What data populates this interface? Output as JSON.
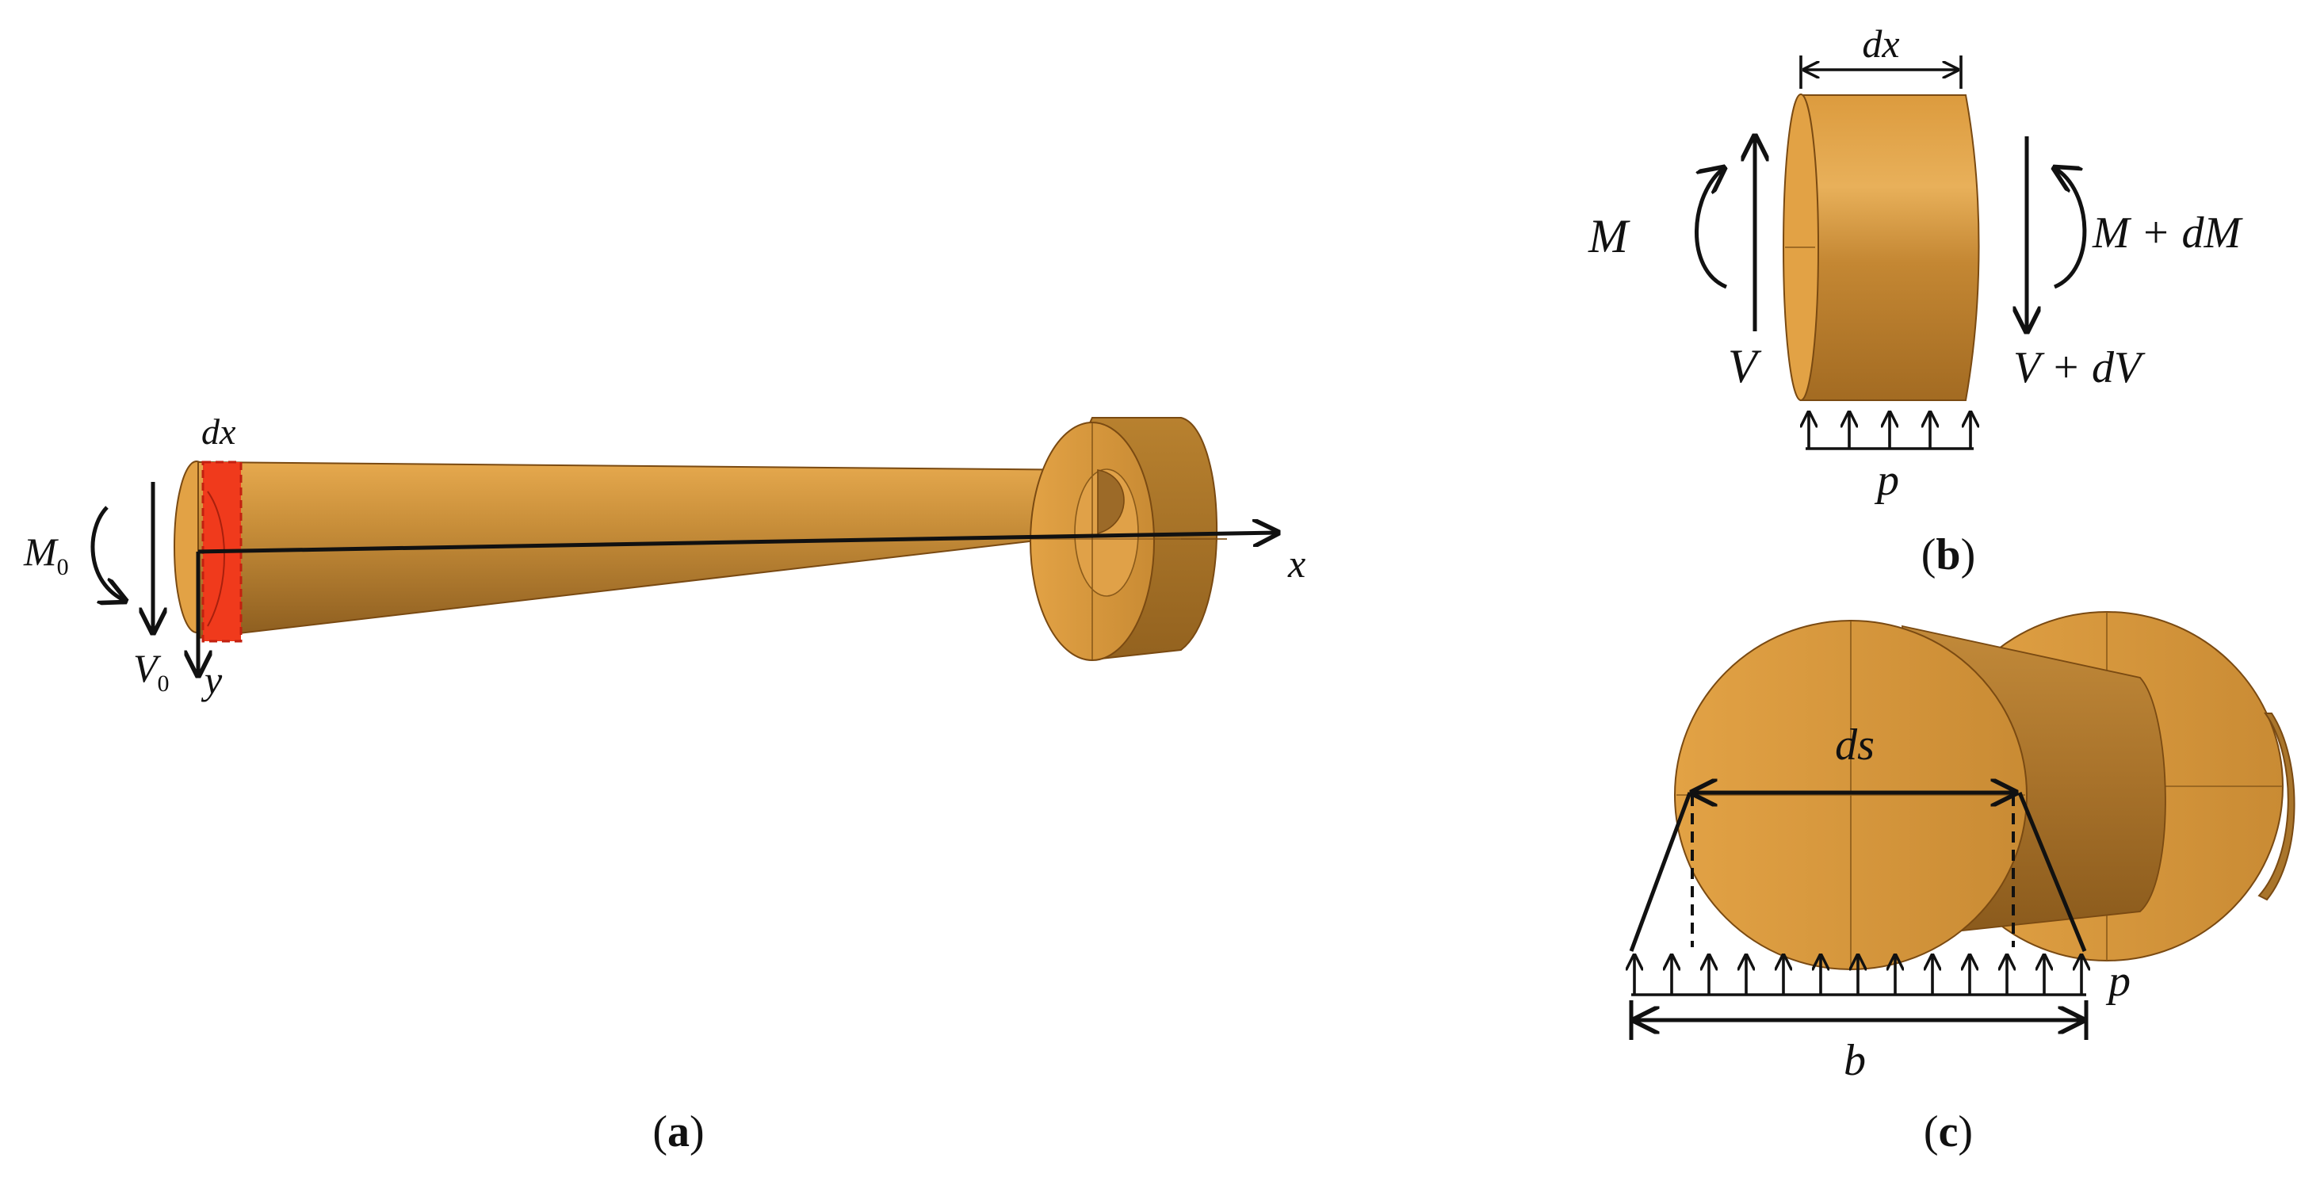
{
  "panel_a": {
    "label_open": "(",
    "label_letter": "a",
    "label_close": ")",
    "moment_symbol": "M",
    "moment_sub": "0",
    "shear_symbol": "V",
    "shear_sub": "0",
    "element_width": "dx",
    "axis_x": "x",
    "axis_y": "y"
  },
  "panel_b": {
    "label_open": "(",
    "label_letter": "b",
    "label_close": ")",
    "element_width": "dx",
    "left_moment": "M",
    "right_moment": "M + dM",
    "left_shear": "V",
    "right_shear": "V + dV",
    "load": "p"
  },
  "panel_c": {
    "label_open": "(",
    "label_letter": "c",
    "label_close": ")",
    "diameter": "ds",
    "load": "p",
    "width": "b"
  },
  "colors": {
    "rod_top": "#e2a347",
    "rod_bottom": "#8a5a1c",
    "element_highlight": "#f0361b",
    "outline": "#7a4a12"
  }
}
